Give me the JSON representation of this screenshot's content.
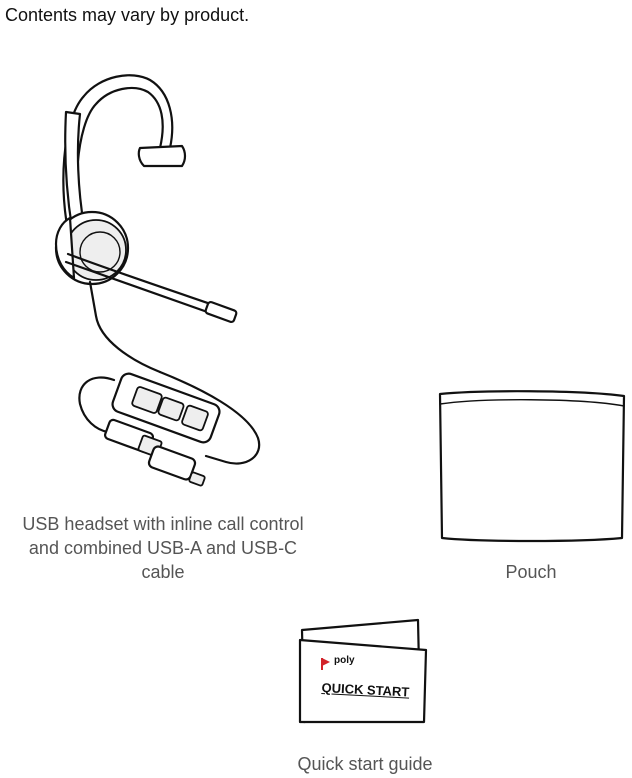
{
  "intro_text": "Contents may vary by product.",
  "items": {
    "headset": {
      "caption": "USB headset with inline call control and combined USB-A and USB-C cable"
    },
    "pouch": {
      "caption": "Pouch"
    },
    "guide": {
      "caption": "Quick start guide",
      "brand": "poly",
      "cover_title": "QUICK START"
    }
  },
  "colors": {
    "text": "#111111",
    "caption": "#555555",
    "brand_red": "#d2232a"
  },
  "icons": [
    "headset-illustration",
    "pouch-illustration",
    "quick-start-guide-illustration",
    "poly-logo"
  ]
}
